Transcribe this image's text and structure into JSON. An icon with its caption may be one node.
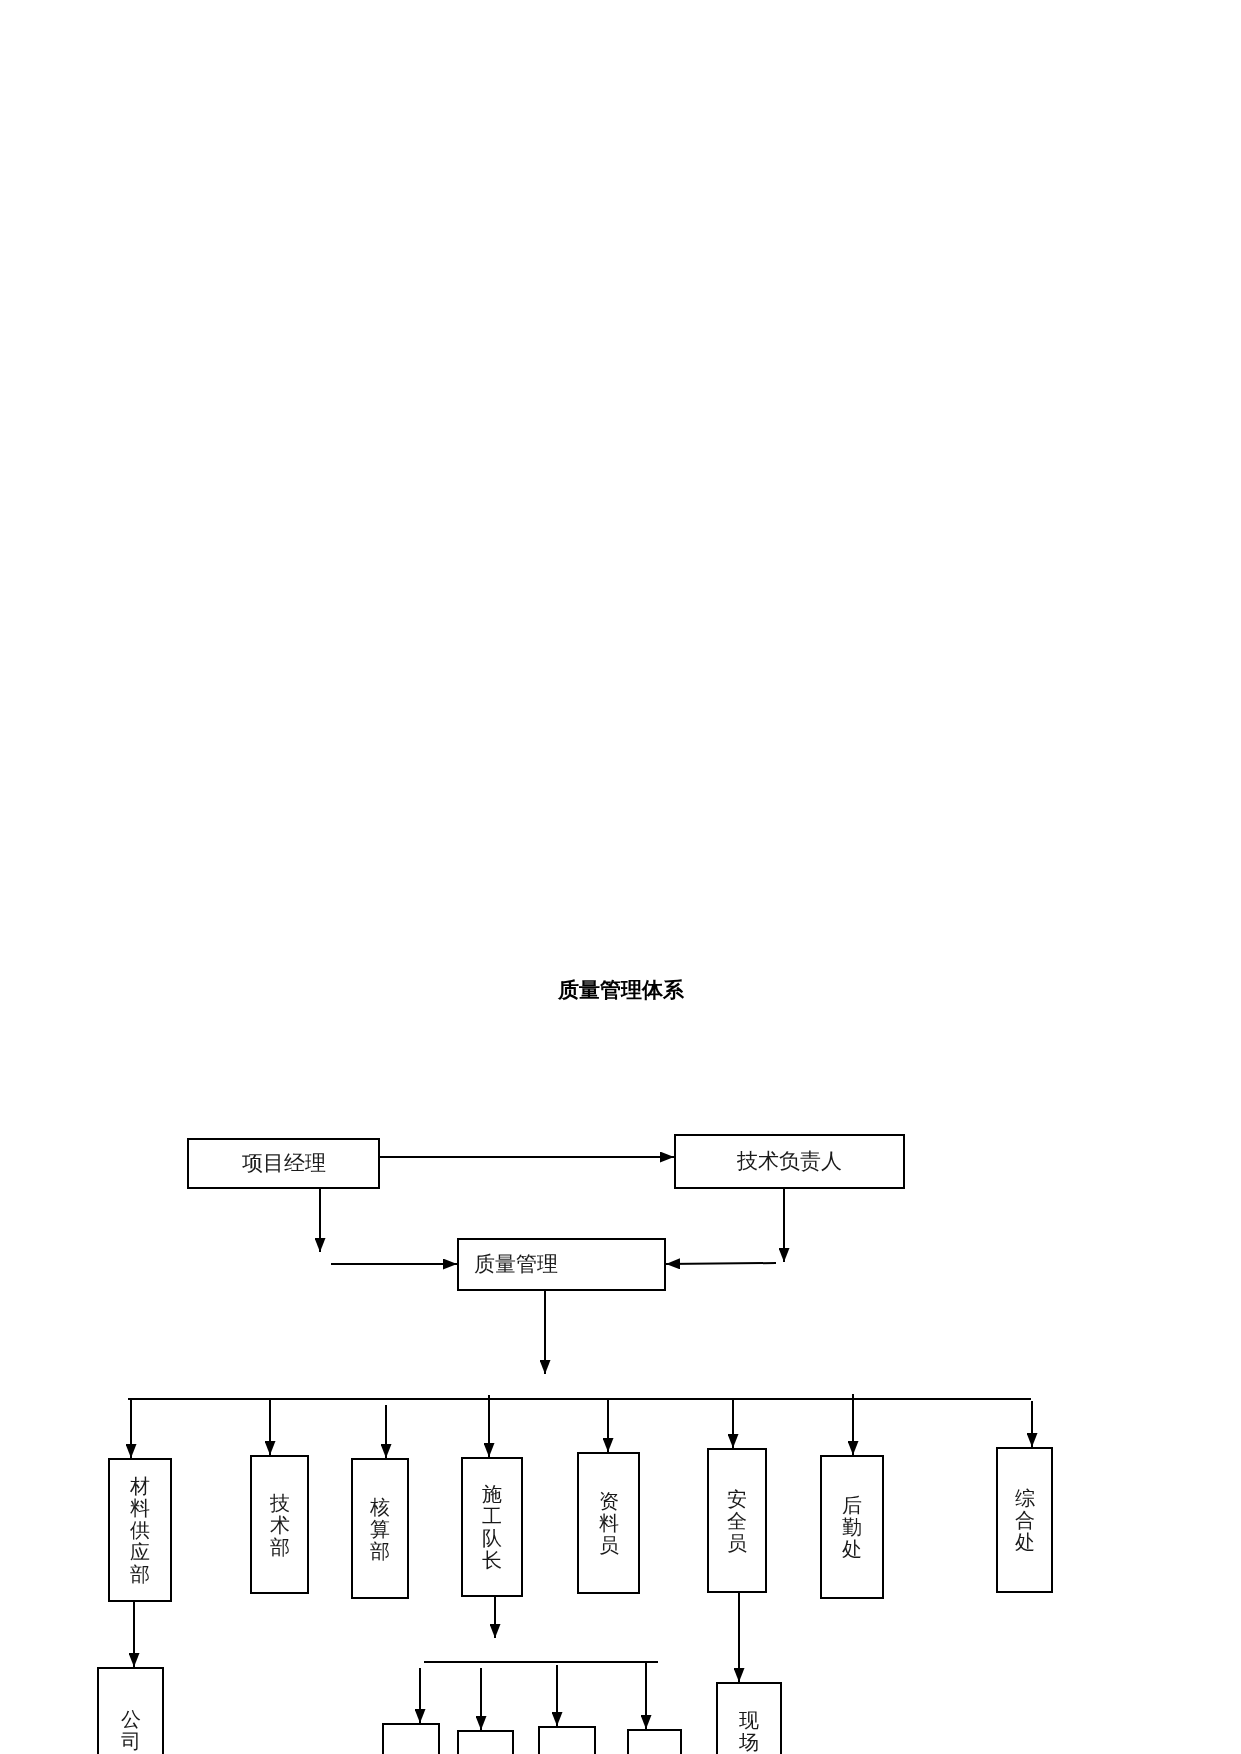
{
  "diagram": {
    "title": "质量管理体系",
    "nodes": [
      {
        "text": [
          "项目经理"
        ]
      },
      {
        "text": [
          "技术负责人"
        ]
      },
      {
        "text": [
          "质量管理"
        ]
      },
      {
        "text": [
          "材料供应部"
        ]
      },
      {
        "text": [
          "技术部"
        ]
      },
      {
        "text": [
          "核算部"
        ]
      },
      {
        "text": [
          "施工队长"
        ]
      },
      {
        "text": [
          "资料员"
        ]
      },
      {
        "text": [
          "安全员"
        ]
      },
      {
        "text": [
          "后勤处"
        ]
      },
      {
        "text": [
          "综合处"
        ]
      },
      {
        "text": [
          "公司"
        ]
      },
      {
        "text": [],
        "shape": "box"
      },
      {
        "text": [],
        "shape": "box"
      },
      {
        "text": [],
        "shape": "box"
      },
      {
        "text": [],
        "shape": "box"
      },
      {
        "text": [
          "现场"
        ]
      }
    ],
    "edges": [
      {
        "from": 0,
        "to": 1,
        "arrow": "to"
      },
      {
        "from": 0,
        "to": null,
        "arrow": "to"
      },
      {
        "from": null,
        "to": 2,
        "arrow": "to"
      },
      {
        "from": 1,
        "to": null,
        "arrow": "to"
      },
      {
        "from": null,
        "to": 2,
        "arrow": "to"
      },
      {
        "from": 2,
        "to": null,
        "arrow": "to"
      },
      {
        "from": null,
        "to": 3,
        "arrow": "to"
      },
      {
        "from": null,
        "to": 4,
        "arrow": "to"
      },
      {
        "from": null,
        "to": 5,
        "arrow": "to"
      },
      {
        "from": null,
        "to": 6,
        "arrow": "to"
      },
      {
        "from": null,
        "to": 7,
        "arrow": "to"
      },
      {
        "from": null,
        "to": 8,
        "arrow": "to"
      },
      {
        "from": null,
        "to": 9,
        "arrow": "to"
      },
      {
        "from": null,
        "to": 10,
        "arrow": "to"
      },
      {
        "from": 3,
        "to": 11,
        "arrow": "to"
      },
      {
        "from": 6,
        "to": null,
        "arrow": "to"
      },
      {
        "from": null,
        "to": 12,
        "arrow": "to"
      },
      {
        "from": null,
        "to": 13,
        "arrow": "to"
      },
      {
        "from": null,
        "to": 14,
        "arrow": "to"
      },
      {
        "from": null,
        "to": 15,
        "arrow": "to"
      },
      {
        "from": 8,
        "to": 16,
        "arrow": "to"
      }
    ]
  }
}
